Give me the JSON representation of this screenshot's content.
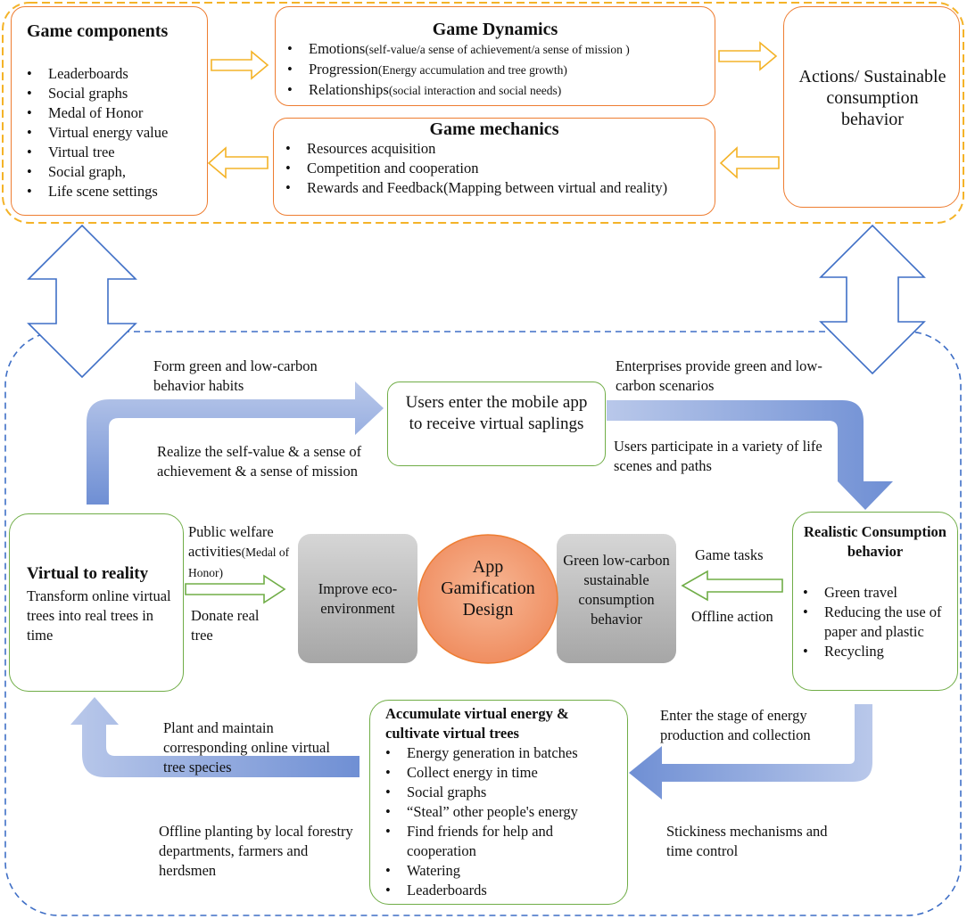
{
  "top_panel": {
    "game_components": {
      "title": "Game components",
      "items": [
        "Leaderboards",
        "Social graphs",
        "Medal of Honor",
        "Virtual energy value",
        "Virtual tree",
        "Social graph,",
        "Life scene settings"
      ]
    },
    "game_dynamics": {
      "title": "Game Dynamics",
      "items": [
        {
          "label": "Emotions",
          "detail": "(self-value/a sense of achievement/a sense of mission )"
        },
        {
          "label": "Progression",
          "detail": "(Energy accumulation and tree growth)"
        },
        {
          "label": "Relationships",
          "detail": "(social interaction and social needs)"
        }
      ]
    },
    "game_mechanics": {
      "title": "Game mechanics",
      "items": [
        "Resources acquisition",
        "Competition and cooperation",
        "Rewards and Feedback(Mapping between virtual and reality)"
      ]
    },
    "actions": {
      "label": "Actions/ Sustainable consumption behavior"
    }
  },
  "bottom_panel": {
    "users_enter": "Users enter the mobile app to receive virtual saplings",
    "virtual_to_reality": {
      "title": "Virtual to  reality",
      "text": "Transform online virtual trees into real trees in time"
    },
    "realistic_consumption": {
      "title": "Realistic Consumption behavior",
      "items": [
        "Green travel",
        "Reducing the use  of paper and plastic",
        "Recycling"
      ]
    },
    "accumulate": {
      "title": "Accumulate virtual energy & cultivate virtual trees",
      "items": [
        "Energy generation in batches",
        "Collect energy in time",
        "Social graphs",
        "“Steal” other people's energy",
        "Find friends for help and cooperation",
        "Watering",
        "Leaderboards"
      ]
    },
    "improve_eco": "Improve eco-environment",
    "app_gamification": "App Gamification Design",
    "green_low_carbon": "Green low-carbon sustainable consumption behavior",
    "labels": {
      "form_habits": "Form green and low-carbon behavior habits",
      "realize_self_value": "Realize the self-value &  a sense of achievement & a sense of mission",
      "enterprises": "Enterprises provide green and low-carbon scenarios",
      "users_participate": "Users participate in a variety of life scenes and paths",
      "public_welfare_main": "Public welfare activities",
      "public_welfare_detail": "(Medal of Honor)",
      "donate": "Donate real tree",
      "game_tasks": "Game tasks",
      "offline_action": "Offline action",
      "enter_stage": "Enter the stage of energy production and collection",
      "stickiness": "Stickiness mechanisms and time control",
      "plant_maintain": "Plant and maintain corresponding  online virtual tree species",
      "offline_planting": "Offline planting by local forestry departments, farmers and herdsmen"
    }
  },
  "colors": {
    "orange_border": "#ee7d31",
    "top_frame": "#f4b328",
    "bottom_frame": "#3f6fc6",
    "green_border": "#70ad47",
    "blue_arrow": "#7f9bd6",
    "app_circle": "#f4a57d",
    "gray_box": "#bdbdbd"
  }
}
